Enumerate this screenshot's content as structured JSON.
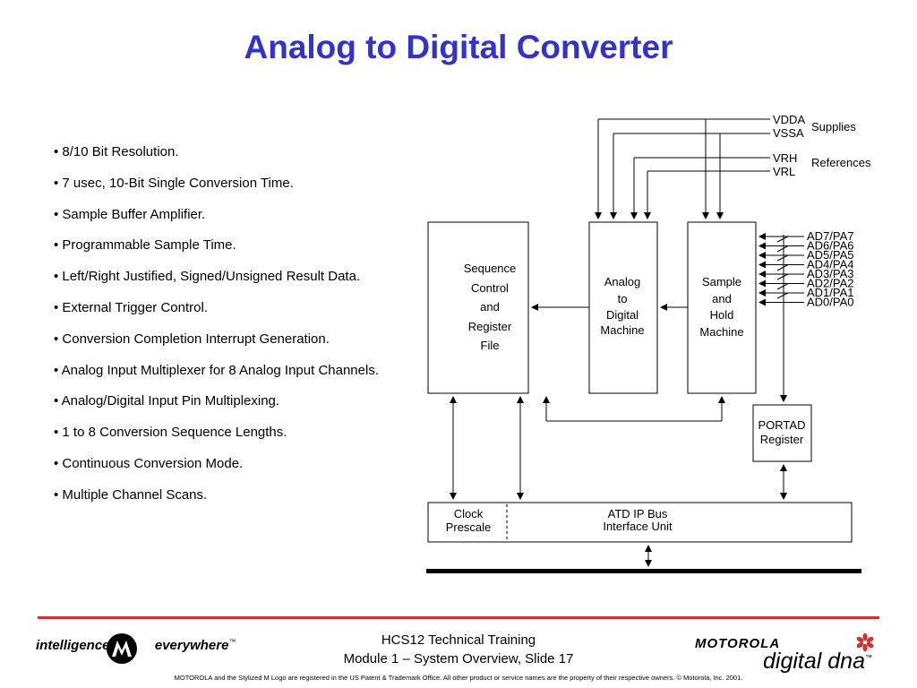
{
  "slide": {
    "title": "Analog to Digital  Converter",
    "bullets": [
      "• 8/10 Bit Resolution.",
      "• 7 usec, 10-Bit Single Conversion Time.",
      "• Sample Buffer Amplifier.",
      "• Programmable Sample Time.",
      "• Left/Right Justified, Signed/Unsigned Result Data.",
      "• External Trigger Control.",
      "• Conversion Completion Interrupt Generation.",
      "• Analog Input Multiplexer for 8 Analog Input Channels.",
      "• Analog/Digital Input Pin Multiplexing.",
      "• 1 to 8 Conversion Sequence Lengths.",
      "• Continuous Conversion Mode.",
      "• Multiple Channel Scans."
    ]
  },
  "diagram": {
    "supply_pins": [
      "VDDA",
      "VSSA"
    ],
    "supplies_label": "Supplies",
    "reference_pins": [
      "VRH",
      "VRL"
    ],
    "references_label": "References",
    "sequence_block": [
      "Sequence",
      "Control",
      "and",
      "Register",
      "File"
    ],
    "adc_block": [
      "Analog",
      "to",
      "Digital",
      "Machine"
    ],
    "sh_block": [
      "Sample",
      "and",
      "Hold",
      "Machine"
    ],
    "input_pins": [
      "AD7/PA7",
      "AD6/PA6",
      "AD5/PA5",
      "AD4/PA4",
      "AD3/PA3",
      "AD2/PA2",
      "AD1/PA1",
      "AD0/PA0"
    ],
    "portad_block": [
      "PORTAD",
      "Register"
    ],
    "clock_block": [
      "Clock",
      "Prescale"
    ],
    "bus_block": [
      "ATD IP Bus",
      "Interface Unit"
    ]
  },
  "footer": {
    "brand_left_1": "intelligence",
    "brand_left_2": "everywhere",
    "tm": "™",
    "course_title": "HCS12 Technical Training",
    "slide_ref": "Module 1 – System Overview, Slide 17",
    "motorola": "MOTOROLA",
    "digitaldna": "digital dna",
    "legal": "MOTOROLA and the Stylized M Logo are registered in the US Patent & Trademark Office. All other  product or service names are  the property of their respective owners.  © Motorola, Inc. 2001."
  },
  "colors": {
    "title": "#3333cc",
    "rule": "#cc3333",
    "dna": "#cc3333"
  }
}
